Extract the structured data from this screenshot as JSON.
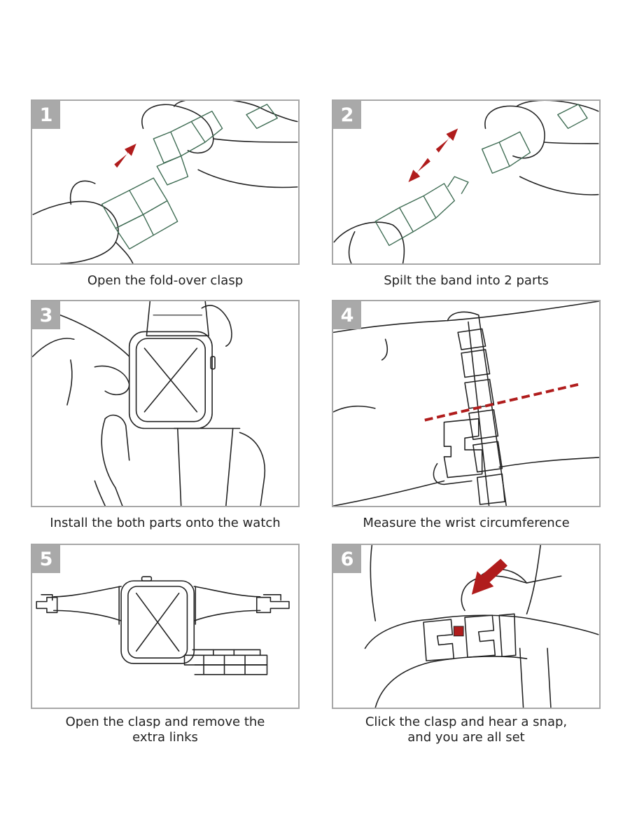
{
  "colors": {
    "accent": "#b01c1c",
    "badge": "#a9a9a9",
    "frame": "#a7a7a7",
    "line": "#222222"
  },
  "steps": [
    {
      "number": "1",
      "caption_lines": [
        "Open the fold-over clasp"
      ]
    },
    {
      "number": "2",
      "caption_lines": [
        "Spilt the band into 2 parts"
      ]
    },
    {
      "number": "3",
      "caption_lines": [
        "Install the both parts onto the watch"
      ]
    },
    {
      "number": "4",
      "caption_lines": [
        "Measure the wrist circumference"
      ]
    },
    {
      "number": "5",
      "caption_lines": [
        "Open the clasp and remove the",
        "extra links"
      ]
    },
    {
      "number": "6",
      "caption_lines": [
        "Click the clasp and hear a snap,",
        "and you are all set"
      ]
    }
  ]
}
